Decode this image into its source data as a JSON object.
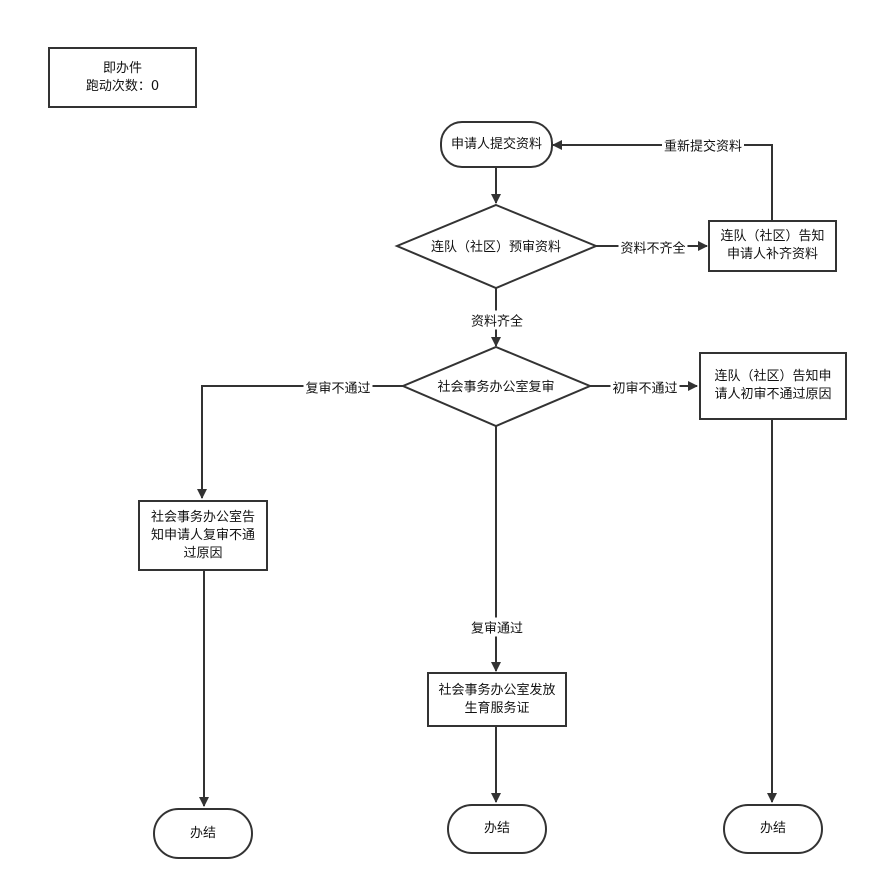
{
  "info": {
    "title": "即办件",
    "visits": "跑动次数：0"
  },
  "nodes": {
    "start": "申请人提交资料",
    "precheck": "连队（社区）预审资料",
    "notify_supplement": [
      "连队（社区）告知",
      "申请人补齐资料"
    ],
    "review": "社会事务办公室复审",
    "notify_review_fail": [
      "连队（社区）告知申",
      "请人初审不通过原因"
    ],
    "office_notify_fail": [
      "社会事务办公室告",
      "知申请人复审不通",
      "过原因"
    ],
    "issue_cert": [
      "社会事务办公室发放",
      "生育服务证"
    ],
    "end_left": "办结",
    "end_mid": "办结",
    "end_right": "办结"
  },
  "edges": {
    "resubmit": "重新提交资料",
    "incomplete": "资料不齐全",
    "complete": "资料齐全",
    "review_fail_left": "复审不通过",
    "initial_fail": "初审不通过",
    "review_pass": "复审通过"
  }
}
